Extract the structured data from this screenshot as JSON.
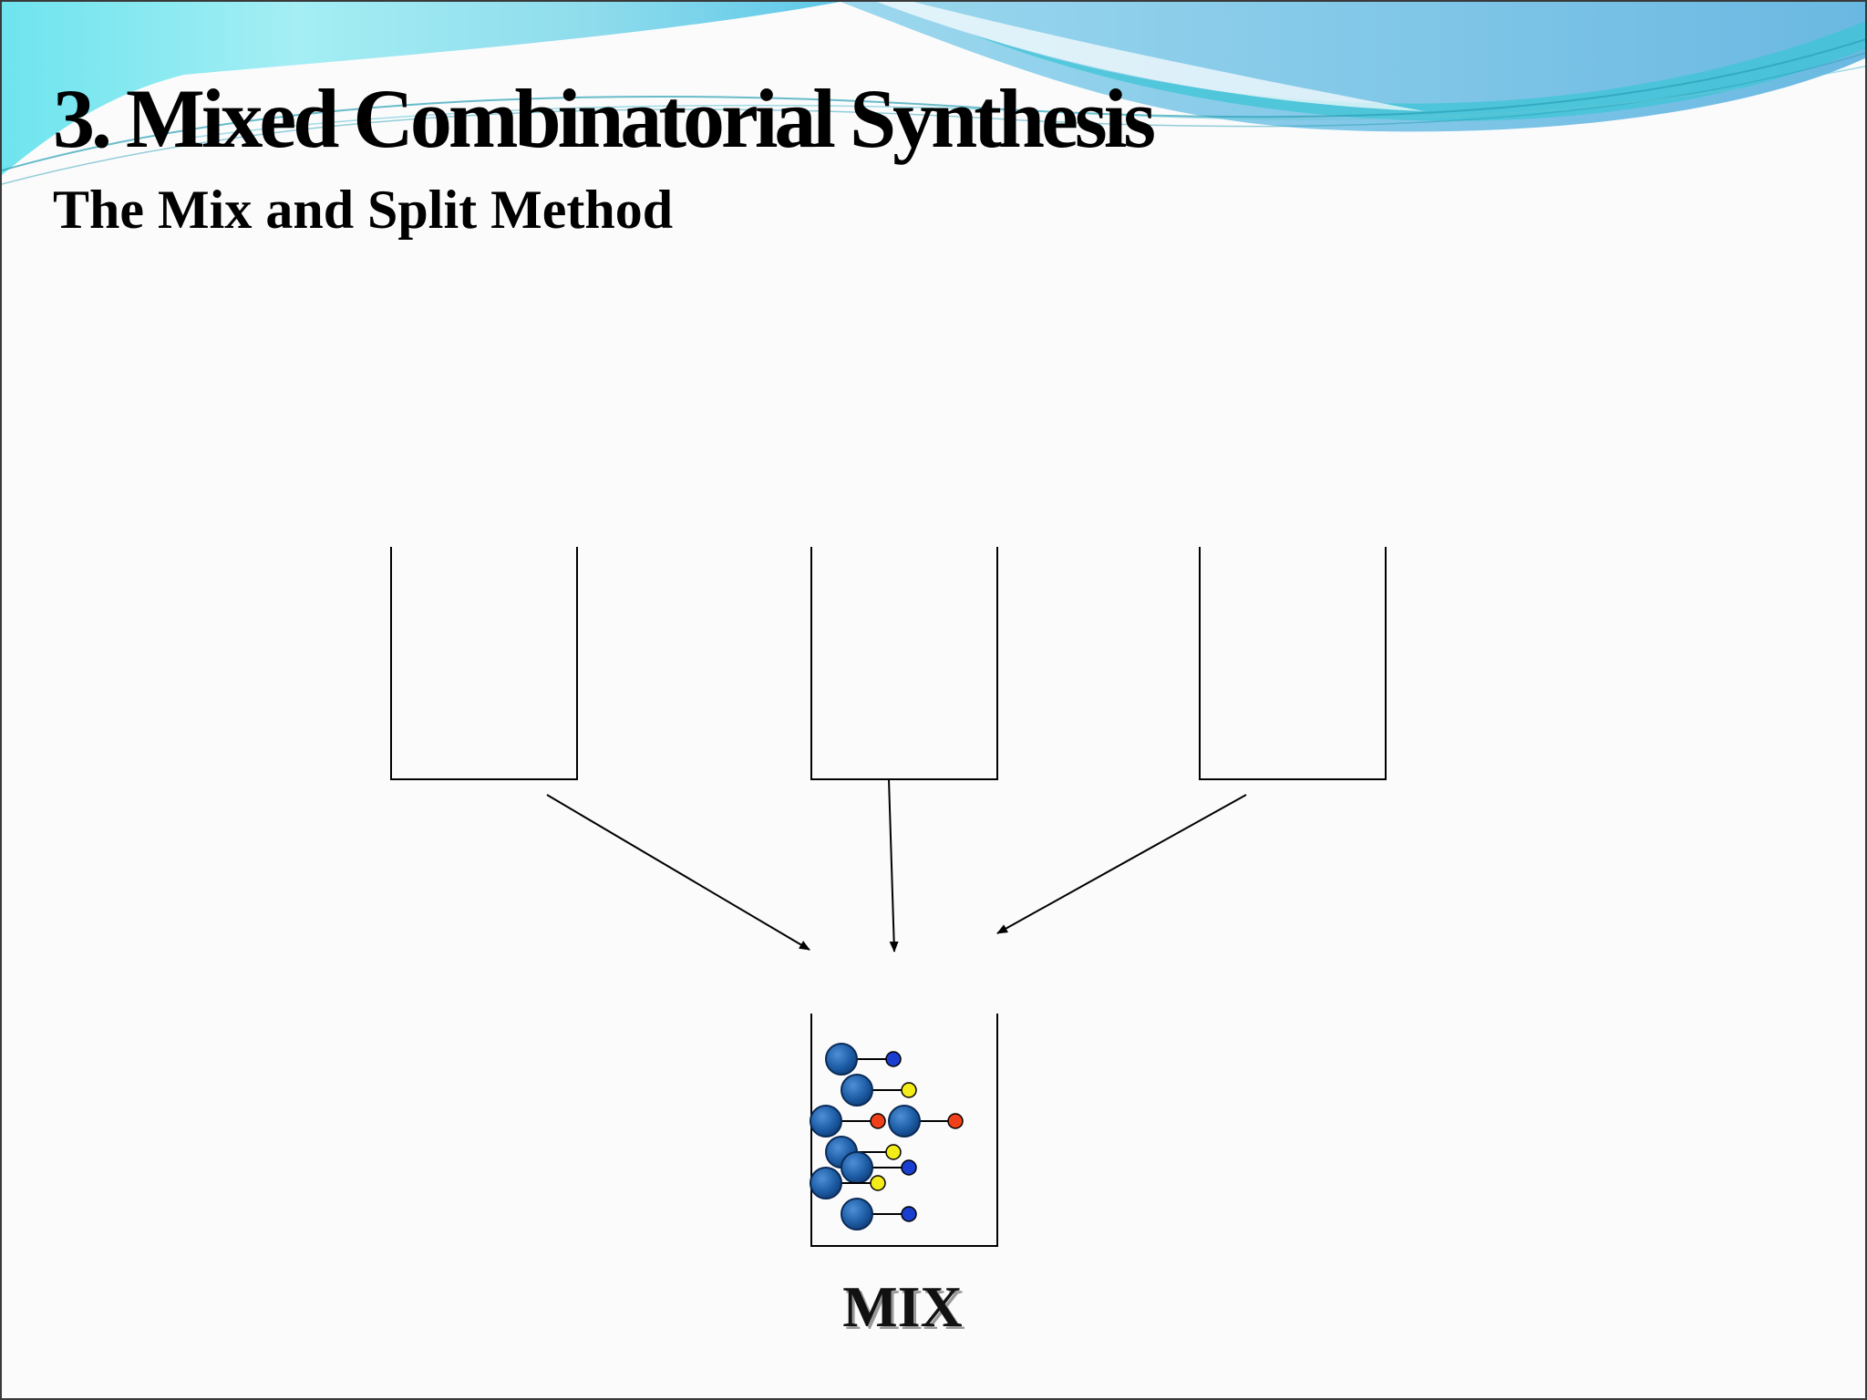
{
  "slide": {
    "title": "3. Mixed Combinatorial Synthesis",
    "subtitle": "The Mix and Split Method"
  },
  "diagram": {
    "mix_label": "MIX",
    "top_vessels": [
      "vessel-left",
      "vessel-center",
      "vessel-right"
    ],
    "bottom_vessel": "mix-vessel",
    "bead_color": "#1f5fa8",
    "substituent_colors": {
      "blue": "#1a3fd0",
      "yellow": "#f4ec18",
      "red": "#f0401a"
    },
    "molecules": [
      {
        "substituent": "blue"
      },
      {
        "substituent": "yellow"
      },
      {
        "substituent": "red"
      },
      {
        "substituent": "red"
      },
      {
        "substituent": "yellow"
      },
      {
        "substituent": "blue"
      },
      {
        "substituent": "yellow"
      },
      {
        "substituent": "blue"
      }
    ]
  },
  "theme": {
    "wave_colors": [
      "#7fe6f0",
      "#5ec8e8",
      "#8ccbe8",
      "#2fb5c8"
    ]
  }
}
